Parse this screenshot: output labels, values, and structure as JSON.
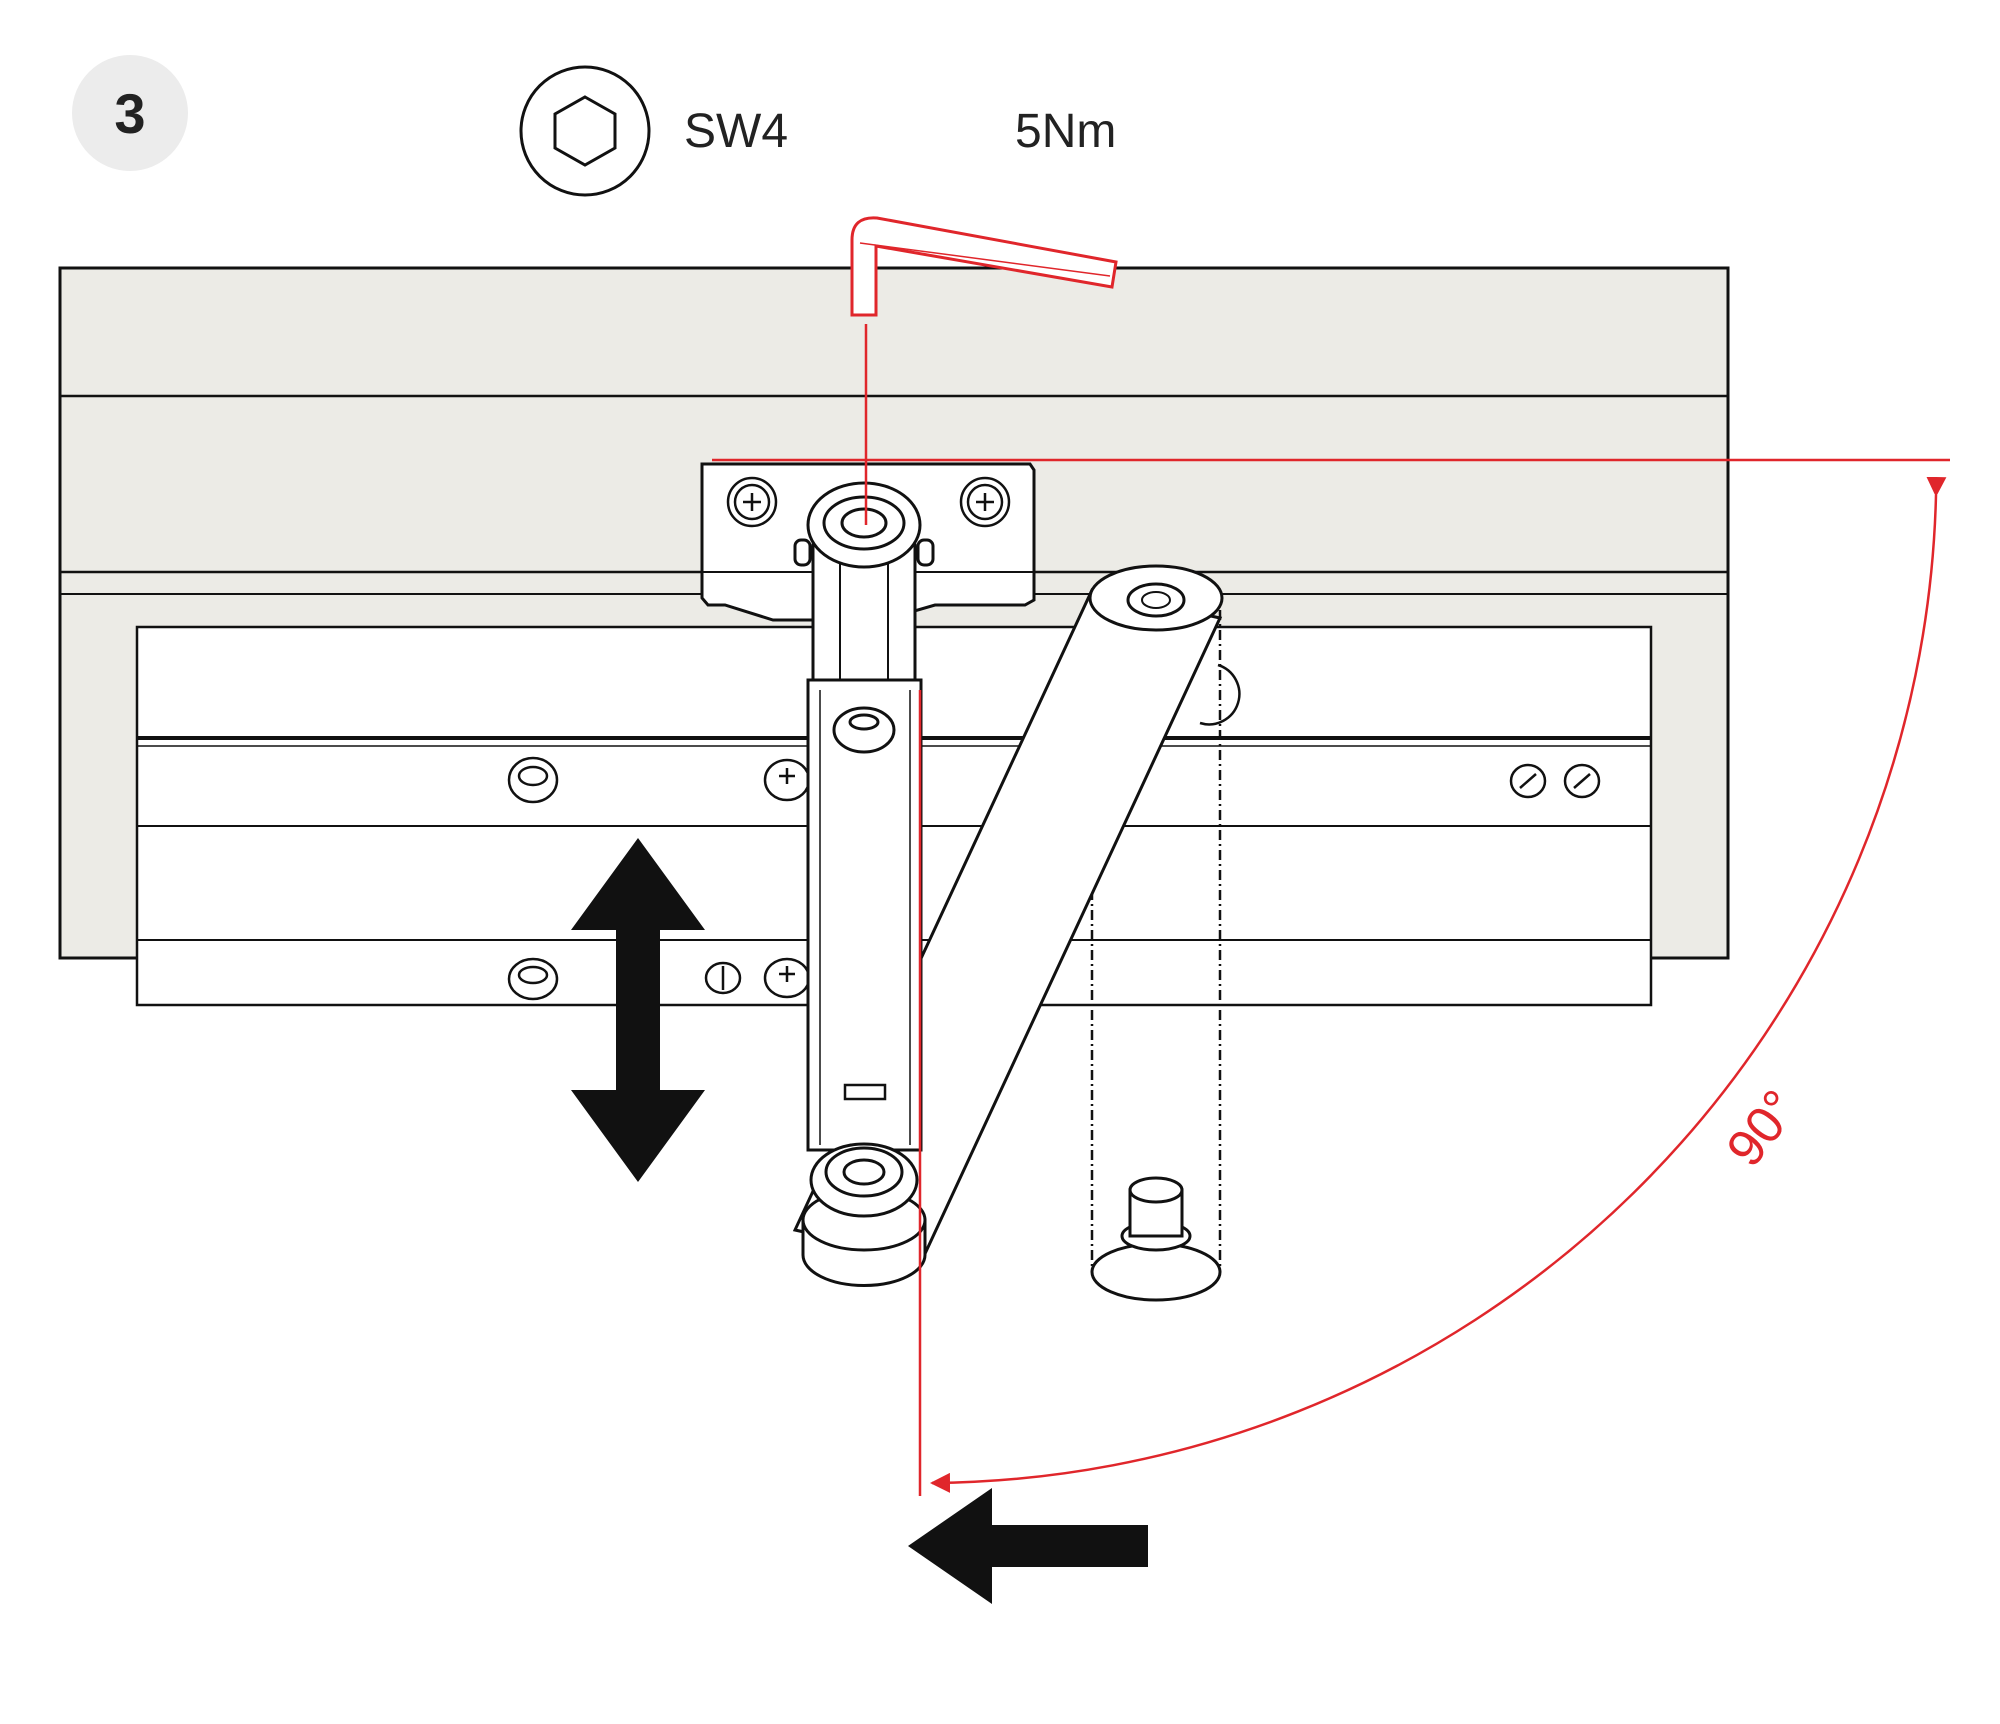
{
  "step": {
    "number": "3"
  },
  "tool": {
    "icon": "hex-key-icon",
    "size_label": "SW4"
  },
  "torque": {
    "label": "5Nm"
  },
  "angle": {
    "label": "90°"
  },
  "colors": {
    "accent": "#e0262b",
    "ink": "#111111",
    "door_fill": "#ecebe6",
    "badge_fill": "#ececec"
  }
}
